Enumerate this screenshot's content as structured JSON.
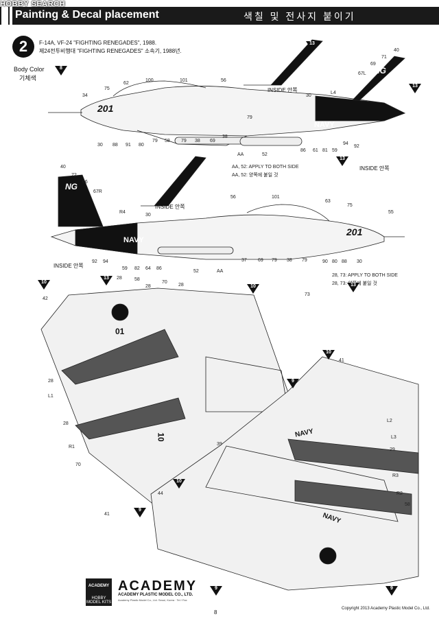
{
  "watermark": "HOBBY SEARCH",
  "header": {
    "title": "Painting & Decal placement",
    "title_kor": "색칠 및 전사지 붙이기"
  },
  "step": {
    "number": "2",
    "caption_en": "F-14A, VF-24 \"FIGHTING RENEGADES\", 1988.",
    "caption_kor": "제24전투비행대 \"FIGHTING RENEGADES\" 소속기, 1988년.",
    "body_color_en": "Body Color",
    "body_color_kor": "기체색",
    "body_color_num": "8"
  },
  "notes": {
    "aa52_en": "AA, 52: APPLY TO BOTH SIDE",
    "aa52_kor": "AA, 52: 양쪽에 붙일 것",
    "a2873_en": "28, 73: APPLY TO BOTH SIDE",
    "a2873_kor": "28, 73: 양쪽에 붙일 것"
  },
  "inside": {
    "en": "INSIDE",
    "kor": "안쪽"
  },
  "markings": {
    "navy": "NAVY",
    "modex": "201",
    "tail_code": "NG",
    "wing_num": "01",
    "wing_num2": "10"
  },
  "color_tags": [
    "13",
    "13",
    "13",
    "13",
    "13",
    "10",
    "10",
    "10",
    "10",
    "9",
    "9",
    "9",
    "9"
  ],
  "callouts_top": {
    "row1": [
      "40",
      "71",
      "69",
      "67L",
      "L4",
      "30",
      "56",
      "101",
      "100",
      "62",
      "75",
      "34"
    ],
    "row2": [
      "30",
      "88",
      "91",
      "80",
      "79",
      "58",
      "79",
      "38",
      "69",
      "38",
      "79",
      "AA",
      "52",
      "86",
      "61",
      "81",
      "59",
      "94",
      "92"
    ]
  },
  "callouts_mid": {
    "row1": [
      "40",
      "72",
      "66",
      "67R",
      "R4",
      "30",
      "56",
      "101",
      "63",
      "75",
      "55"
    ],
    "row2": [
      "92",
      "94",
      "59",
      "82",
      "64",
      "86",
      "52",
      "AA",
      "37",
      "69",
      "79",
      "38",
      "79",
      "90",
      "80",
      "88",
      "30"
    ]
  },
  "callouts_bottom": [
    "42",
    "28",
    "58",
    "70",
    "28",
    "28",
    "73",
    "41",
    "28",
    "L1",
    "28",
    "R1",
    "70",
    "41",
    "44",
    "39",
    "L2",
    "L3",
    "29",
    "R3",
    "R2",
    "58"
  ],
  "footer": {
    "brand": "ACADEMY",
    "brand_sub": "ACADEMY PLASTIC MODEL CO., LTD.",
    "logo_top": "ACADEMY",
    "logo_bottom": "HOBBY MODEL KITS",
    "address": "Academy Plastic Model Co., Ltd. Seoul, Korea · Tel / Fax",
    "page": "8",
    "copyright": "Copyright 2013 Academy Plastic Model Co., Ltd."
  }
}
